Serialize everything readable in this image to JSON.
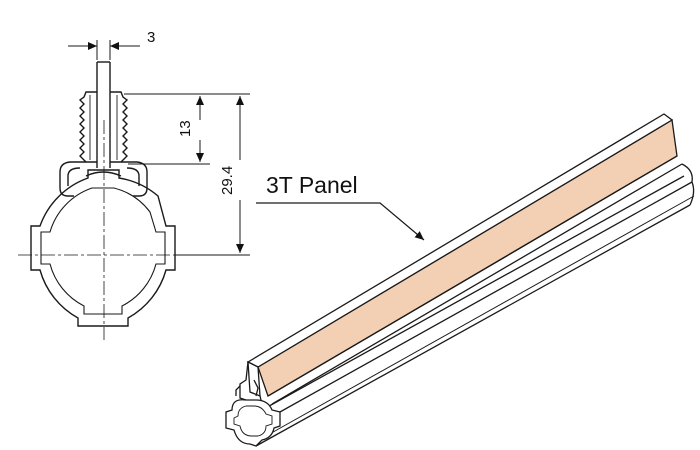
{
  "dimensions": {
    "width": "3",
    "slot_depth": "13",
    "overall_height": "29.4"
  },
  "callout": {
    "label": "3T Panel"
  },
  "colors": {
    "panel_fill": "#f3cfb4",
    "line": "#1a1a1a"
  }
}
